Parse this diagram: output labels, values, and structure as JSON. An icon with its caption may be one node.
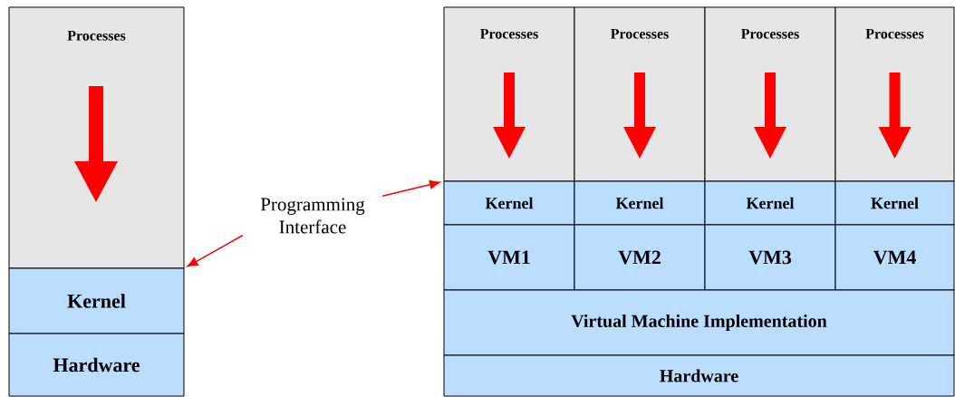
{
  "diagram": {
    "nodes": [
      {
        "text": [
          "Processes"
        ]
      },
      {
        "text": [
          "Kernel"
        ]
      },
      {
        "text": [
          "Hardware"
        ]
      },
      {
        "text": [
          "Programming Interface"
        ]
      },
      {
        "text": [
          "Processes"
        ]
      },
      {
        "text": [
          "Processes"
        ]
      },
      {
        "text": [
          "Processes"
        ]
      },
      {
        "text": [
          "Processes"
        ]
      },
      {
        "text": [
          "Kernel"
        ]
      },
      {
        "text": [
          "Kernel"
        ]
      },
      {
        "text": [
          "Kernel"
        ]
      },
      {
        "text": [
          "Kernel"
        ]
      },
      {
        "text": [
          "VM1"
        ]
      },
      {
        "text": [
          "VM2"
        ]
      },
      {
        "text": [
          "VM3"
        ]
      },
      {
        "text": [
          "VM4"
        ]
      },
      {
        "text": [
          "Virtual Machine Implementation"
        ]
      },
      {
        "text": [
          "Hardware"
        ]
      }
    ],
    "edges": [
      {
        "from": 3,
        "to": 1,
        "arrow": "to",
        "color": "#ff0000"
      },
      {
        "from": 3,
        "to": 8,
        "arrow": "to",
        "color": "#ff0000"
      }
    ]
  }
}
